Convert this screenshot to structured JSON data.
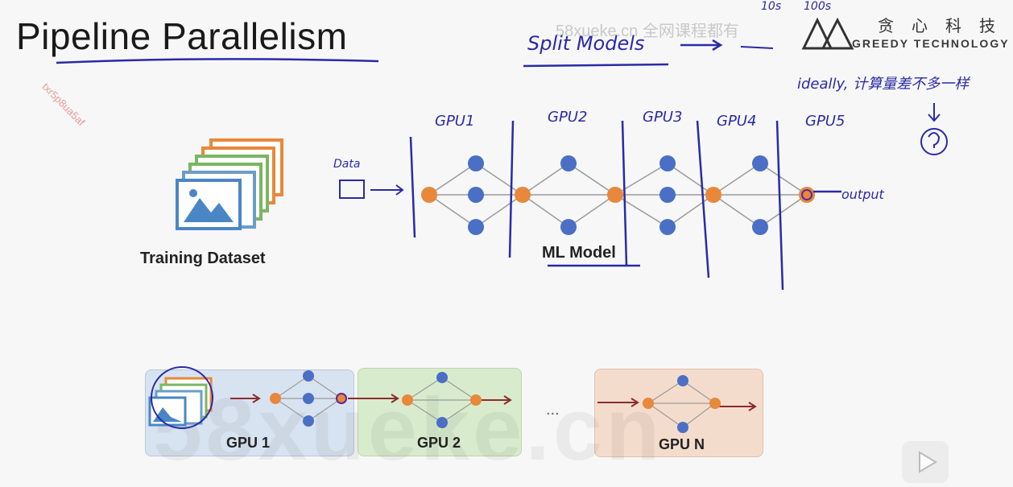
{
  "slide": {
    "title": "Pipeline Parallelism",
    "watermark_top": "58xueke.cn  全网课程都有",
    "stamp": "txr5p8ua5af",
    "brand_text": "GREEDY TECHNOLOGY",
    "brand_cn": "贪心科技",
    "big_watermark": "58xueke.cn"
  },
  "diagram": {
    "dataset_label": "Training Dataset",
    "model_label": "ML Model"
  },
  "annotations": {
    "split_models": "Split Models",
    "gpu_labels": [
      "GPU1",
      "GPU2",
      "GPU3",
      "GPU4",
      "GPU5"
    ],
    "data": "Data",
    "output": "output",
    "ideally": "ideally, 计算量差不多一样",
    "loss_left": "10s",
    "loss_right": "100s"
  },
  "bottom_pipeline": {
    "gpu_labels": [
      "GPU 1",
      "GPU 2",
      "GPU N"
    ],
    "ellipsis": "..."
  },
  "colors": {
    "node_blue": "#4a6fc5",
    "node_orange": "#e8883a",
    "ink": "#2a2aa8",
    "arrow_red": "#8b2c2c"
  },
  "icons": [
    "play-icon",
    "logo-icon",
    "image-icon"
  ]
}
